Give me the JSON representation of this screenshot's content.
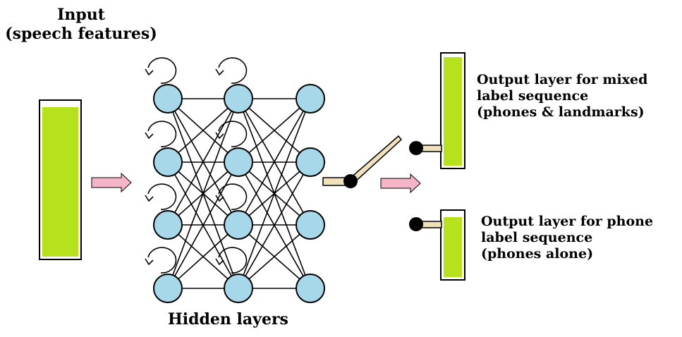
{
  "input": {
    "title_line1": "Input",
    "title_line2": "(speech features)"
  },
  "hidden": {
    "title": "Hidden layers",
    "layers": 3,
    "units_per_layer": 4,
    "recurrent_layers": 2
  },
  "outputs": {
    "mixed": {
      "line1": "Output layer for mixed",
      "line2": "label sequence",
      "line3": "(phones & landmarks)"
    },
    "phone": {
      "line1": "Output layer for phone",
      "line2": "label sequence",
      "line3": "(phones alone)"
    }
  },
  "colors": {
    "bar_fill": "#b5e21c",
    "node_fill": "#a6d8ea",
    "arrow_fill": "#f5b5c6",
    "switch_fill": "#efe1b9"
  }
}
